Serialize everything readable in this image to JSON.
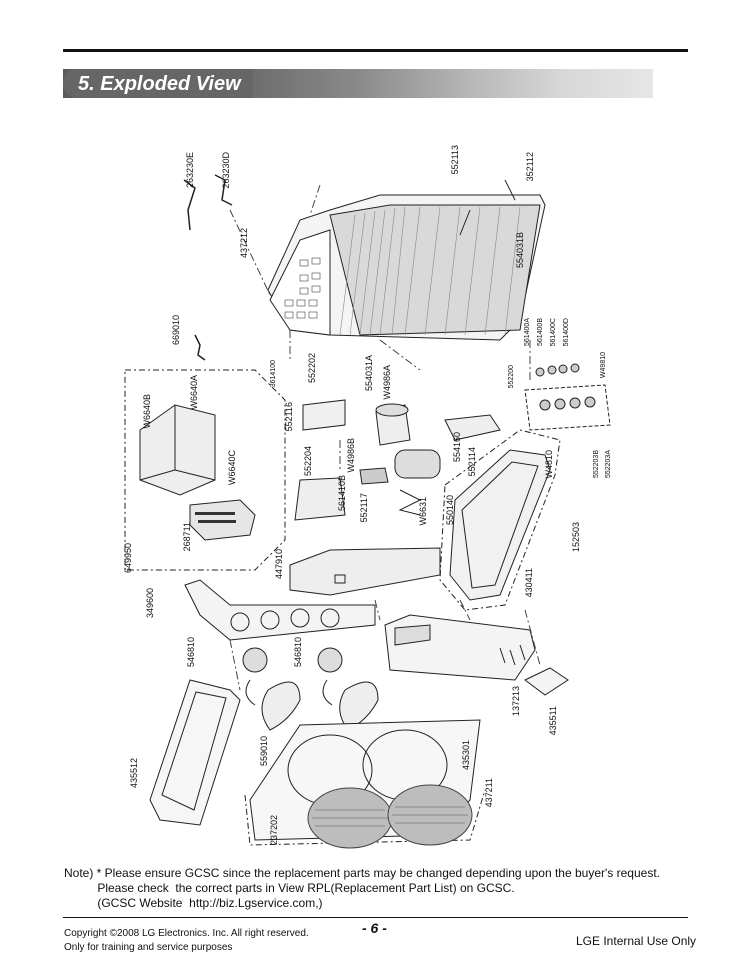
{
  "header": {
    "section_title": "5. Exploded View"
  },
  "parts": [
    {
      "id": "263230E"
    },
    {
      "id": "263230D"
    },
    {
      "id": "552113"
    },
    {
      "id": "352112"
    },
    {
      "id": "437212"
    },
    {
      "id": "554031B"
    },
    {
      "id": "669010"
    },
    {
      "id": "3614100"
    },
    {
      "id": "552202"
    },
    {
      "id": "554031A"
    },
    {
      "id": "W4986A"
    },
    {
      "id": "552116"
    },
    {
      "id": "W6640B"
    },
    {
      "id": "W6640A"
    },
    {
      "id": "W6640C"
    },
    {
      "id": "552204"
    },
    {
      "id": "W4986B"
    },
    {
      "id": "561410B"
    },
    {
      "id": "552117"
    },
    {
      "id": "W6631"
    },
    {
      "id": "550140"
    },
    {
      "id": "554160"
    },
    {
      "id": "552114"
    },
    {
      "id": "W4810"
    },
    {
      "id": "268711"
    },
    {
      "id": "649950"
    },
    {
      "id": "447910"
    },
    {
      "id": "430411"
    },
    {
      "id": "152503"
    },
    {
      "id": "349600"
    },
    {
      "id": "546810"
    },
    {
      "id": "546810"
    },
    {
      "id": "137213"
    },
    {
      "id": "435511"
    },
    {
      "id": "559010"
    },
    {
      "id": "435301"
    },
    {
      "id": "435512"
    },
    {
      "id": "437211"
    },
    {
      "id": "237202"
    },
    {
      "id": "561400A"
    },
    {
      "id": "561400B"
    },
    {
      "id": "561400C"
    },
    {
      "id": "561400D"
    },
    {
      "id": "W49810"
    },
    {
      "id": "552200"
    },
    {
      "id": "552203B"
    },
    {
      "id": "552203A"
    }
  ],
  "note": {
    "line1": "Note) * Please ensure GCSC since the replacement parts may be changed depending upon the buyer's request.",
    "line2": "          Please check  the correct parts in View RPL(Replacement Part List) on GCSC.",
    "line3": "          (GCSC Website  http://biz.Lgservice.com,)"
  },
  "footer": {
    "copyright_line1": "Copyright ©2008 LG Electronics. Inc. All right reserved.",
    "copyright_line2": "Only for training and service purposes",
    "page_number": "- 6 -",
    "internal": "LGE Internal Use Only"
  }
}
